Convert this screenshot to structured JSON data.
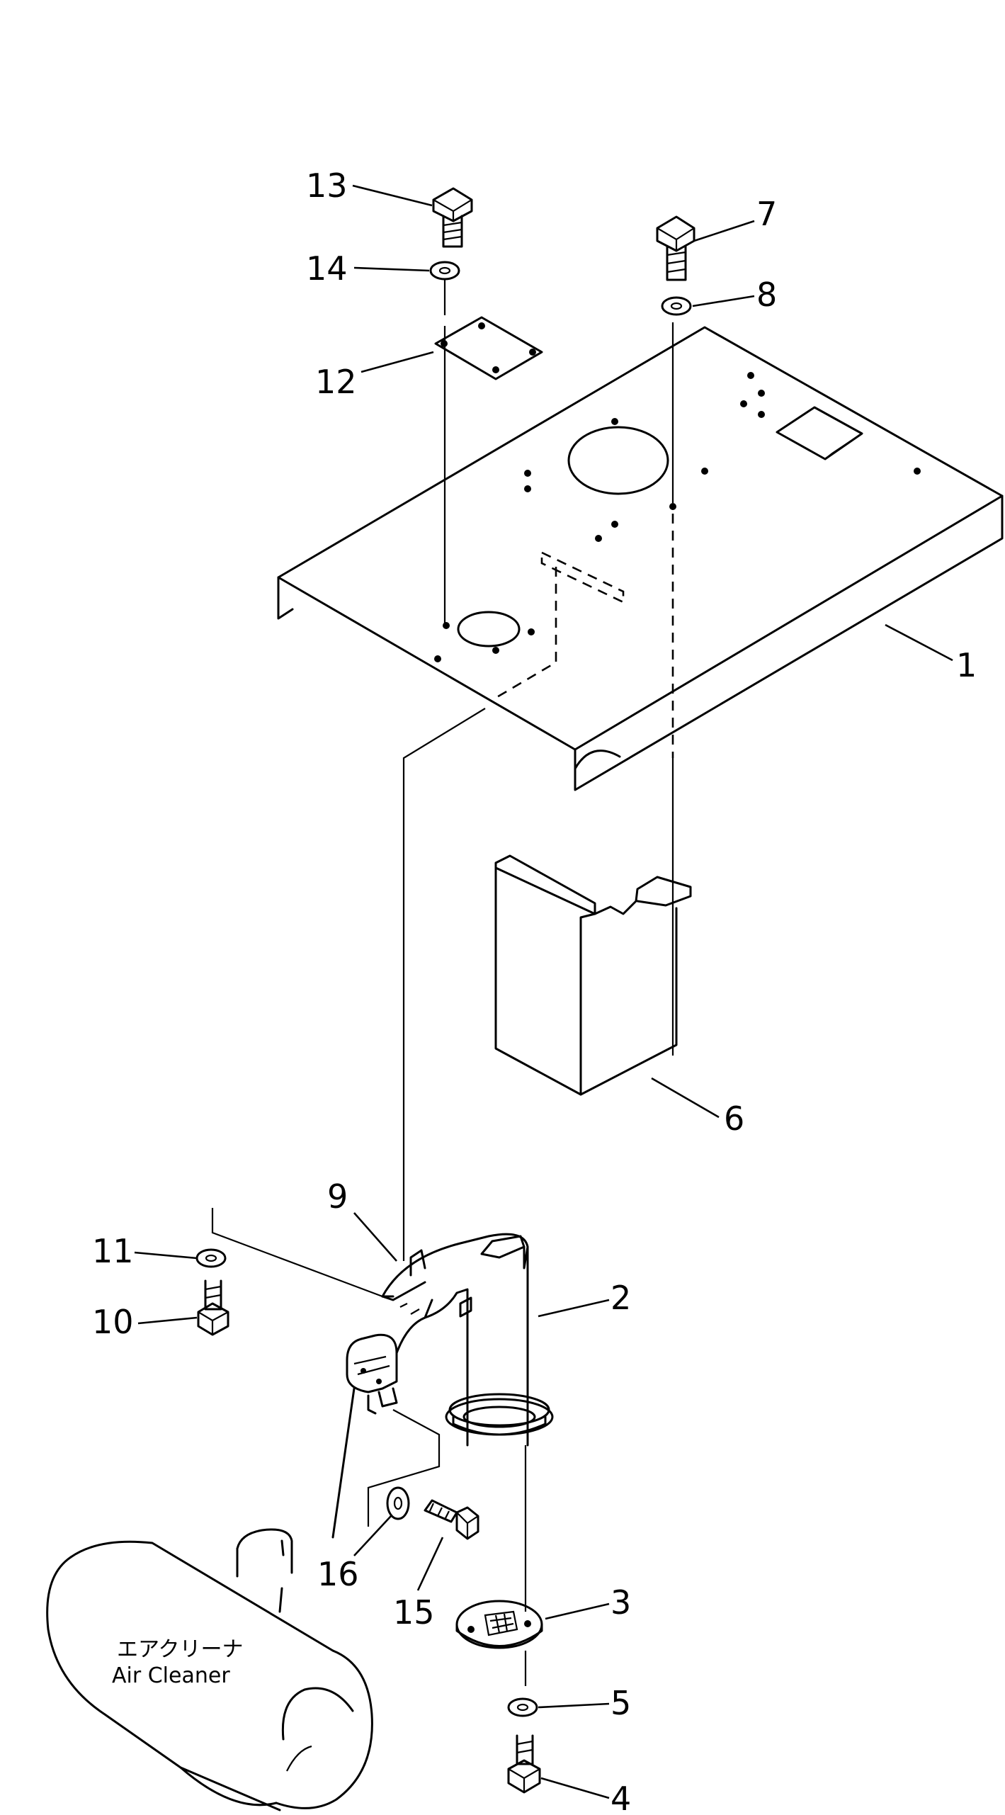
{
  "callouts": {
    "c1": "1",
    "c2": "2",
    "c3": "3",
    "c4": "4",
    "c5": "5",
    "c6": "6",
    "c7": "7",
    "c8": "8",
    "c9": "9",
    "c10": "10",
    "c11": "11",
    "c12": "12",
    "c13": "13",
    "c14": "14",
    "c15": "15",
    "c16": "16"
  },
  "air_cleaner": {
    "label_jp": "エアクリーナ",
    "label_en": "Air Cleaner"
  }
}
